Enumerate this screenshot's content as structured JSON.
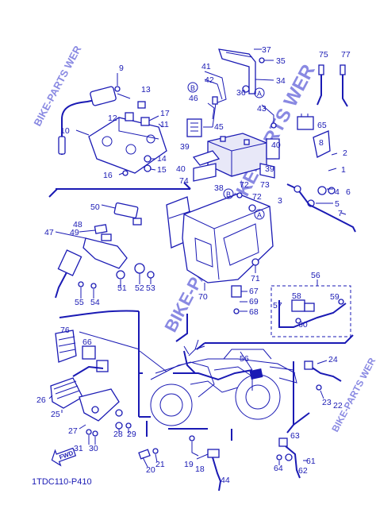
{
  "diagram_code": "1TDC110-P410",
  "fwd_label": "FWD",
  "watermarks": [
    "BIKE-PARTS WER",
    "BIKE-PARTS-WER",
    "BIKE-PARTS WER",
    "BIKE-PARTS WER"
  ],
  "callouts": {
    "p1": "1",
    "p2": "2",
    "p3": "3",
    "p4": "4",
    "p5": "5",
    "p6": "6",
    "p7": "7",
    "p8": "8",
    "p9": "9",
    "p10": "10",
    "p11": "11",
    "p12": "12",
    "p13": "13",
    "p14": "14",
    "p15": "15",
    "p16": "16",
    "p17": "17",
    "p18": "18",
    "p19": "19",
    "p20": "20",
    "p21": "21",
    "p22": "22",
    "p23": "23",
    "p24": "24",
    "p25": "25",
    "p26": "26",
    "p27": "27",
    "p28": "28",
    "p29": "29",
    "p30": "30",
    "p31": "31",
    "p34": "34",
    "p35": "35",
    "p36": "36",
    "p37": "37",
    "p38": "38",
    "p39a": "39",
    "p39b": "39",
    "p40a": "40",
    "p40b": "40",
    "p41": "41",
    "p42": "42",
    "p43": "43",
    "p44": "44",
    "p45": "45",
    "p46": "46",
    "p47": "47",
    "p48": "48",
    "p49": "49",
    "p50": "50",
    "p51": "51",
    "p52": "52",
    "p53": "53",
    "p54": "54",
    "p55": "55",
    "p56a": "56",
    "p56b": "56",
    "p57": "57",
    "p58": "58",
    "p59": "59",
    "p60": "60",
    "p61": "61",
    "p62": "62",
    "p63": "63",
    "p64": "64",
    "p65": "65",
    "p66": "66",
    "p67": "67",
    "p68": "68",
    "p69": "69",
    "p70": "70",
    "p71": "71",
    "p72a": "72",
    "p72b": "72",
    "p73": "73",
    "p74": "74",
    "p75": "75",
    "p76": "76",
    "p77": "77"
  },
  "markers": {
    "a1": "A",
    "a2": "A",
    "b1": "B",
    "b2": "B"
  }
}
